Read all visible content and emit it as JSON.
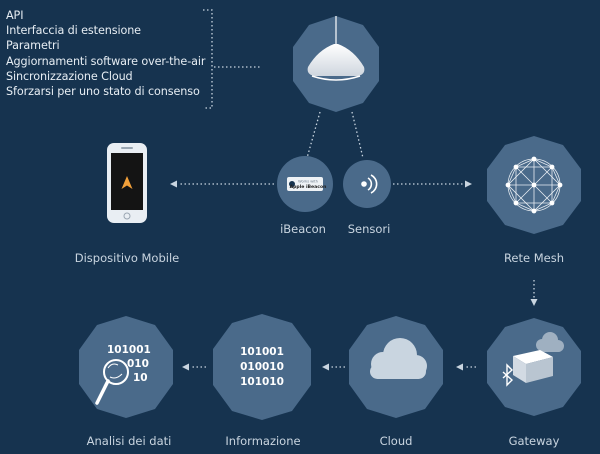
{
  "features": [
    "API",
    "Interfaccia di estensione",
    "Parametri",
    "Aggiornamenti software over-the-air",
    "Sincronizzazione Cloud",
    "Sforzarsi per uno stato di consenso"
  ],
  "nodes": {
    "mobile": "Dispositivo Mobile",
    "ibeacon": "iBeacon",
    "sensori": "Sensori",
    "mesh": "Rete Mesh",
    "gateway": "Gateway",
    "cloud": "Cloud",
    "informazione": "Informazione",
    "analisi": "Analisi dei dati"
  },
  "ibeacon_badge": {
    "top": "Works with",
    "bottom": "Apple iBeacon"
  },
  "binary_info": [
    "101001",
    "010010",
    "101010"
  ],
  "binary_analysis": [
    "101001",
    "010",
    "10"
  ],
  "colors": {
    "background": "#16334f",
    "node_fill": "#4a6a8a",
    "dotted_line": "#c9d5e0",
    "phone_accent": "#f2a03a"
  }
}
